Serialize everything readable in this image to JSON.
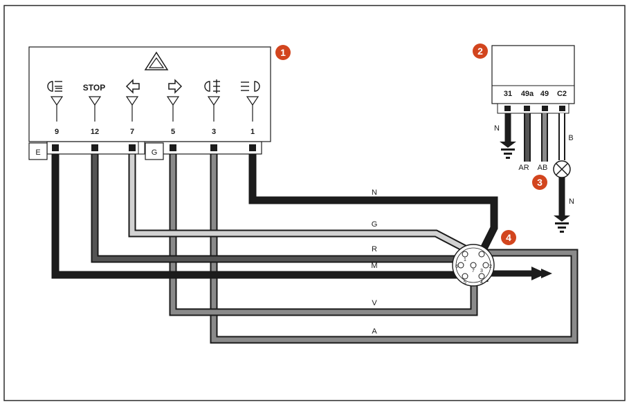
{
  "components": {
    "switch_unit": {
      "badge": "1",
      "stop_label": "STOP",
      "pins": [
        "9",
        "12",
        "7",
        "5",
        "3",
        "1"
      ]
    },
    "relay": {
      "badge": "2",
      "pins": [
        "31",
        "49a",
        "49",
        "C2"
      ]
    },
    "lamp": {
      "badge": "3"
    },
    "socket": {
      "badge": "4",
      "pins": [
        "1",
        "2",
        "3",
        "4",
        "5",
        "6",
        "7"
      ]
    },
    "connector_tags": [
      "E",
      "G"
    ]
  },
  "wires": {
    "N": "N",
    "G": "G",
    "R": "R",
    "M": "M",
    "V": "V",
    "A": "A",
    "relay_n": "N",
    "relay_ar": "AR",
    "relay_ab": "AB",
    "relay_b": "B",
    "lamp_n": "N"
  },
  "colors": {
    "black": "#1c1c1c",
    "dark_grey": "#545454",
    "mid_grey": "#8a8a8a",
    "light_grey": "#d2d2d2",
    "badge_red": "#d2451e",
    "frame": "#2a2a2a"
  }
}
